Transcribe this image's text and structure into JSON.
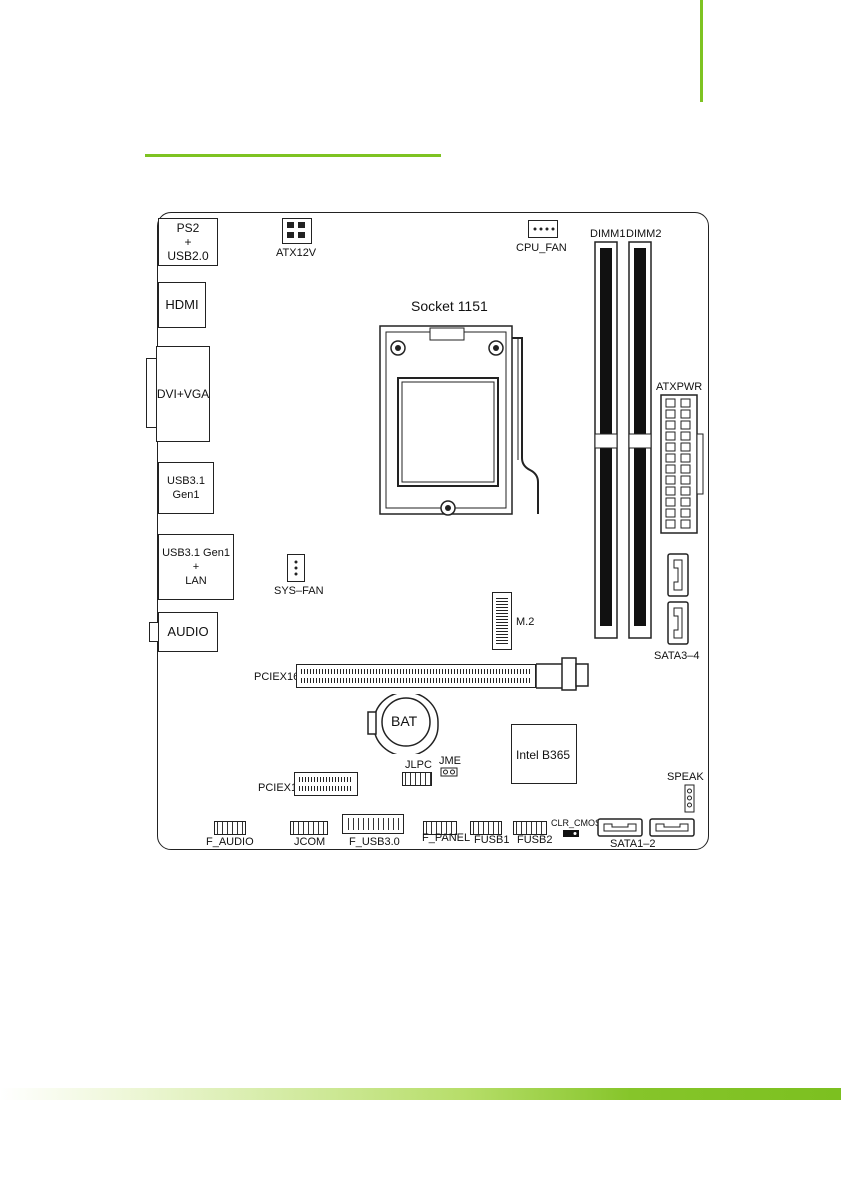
{
  "labels": {
    "ps2_usb": "PS2\n+\nUSB2.0",
    "atx12v": "ATX12V",
    "cpu_fan": "CPU_FAN",
    "dimm1": "DIMM1",
    "dimm2": "DIMM2",
    "hdmi": "HDMI",
    "socket": "Socket 1151",
    "dvi_vga": "DVI+VGA",
    "atxpwr": "ATXPWR",
    "usb31": "USB3.1 Gen1",
    "usb31_lan": "USB3.1 Gen1\n+\nLAN",
    "sys_fan": "SYS–FAN",
    "m2": "M.2",
    "sata34": "SATA3–4",
    "audio": "AUDIO",
    "pciex16": "PCIEX16",
    "bat": "BAT",
    "chipset": "Intel B365",
    "jme": "JME",
    "jlpc": "JLPC",
    "pciex1": "PCIEX1",
    "speak": "SPEAK",
    "clr_cmos": "CLR_CMOS",
    "f_audio": "F_AUDIO",
    "jcom": "JCOM",
    "f_usb30": "F_USB3.0",
    "f_panel": "F_PANEL",
    "fusb1": "FUSB1",
    "fusb2": "FUSB2",
    "sata12": "SATA1–2"
  },
  "colors": {
    "accent": "#7ec322"
  }
}
